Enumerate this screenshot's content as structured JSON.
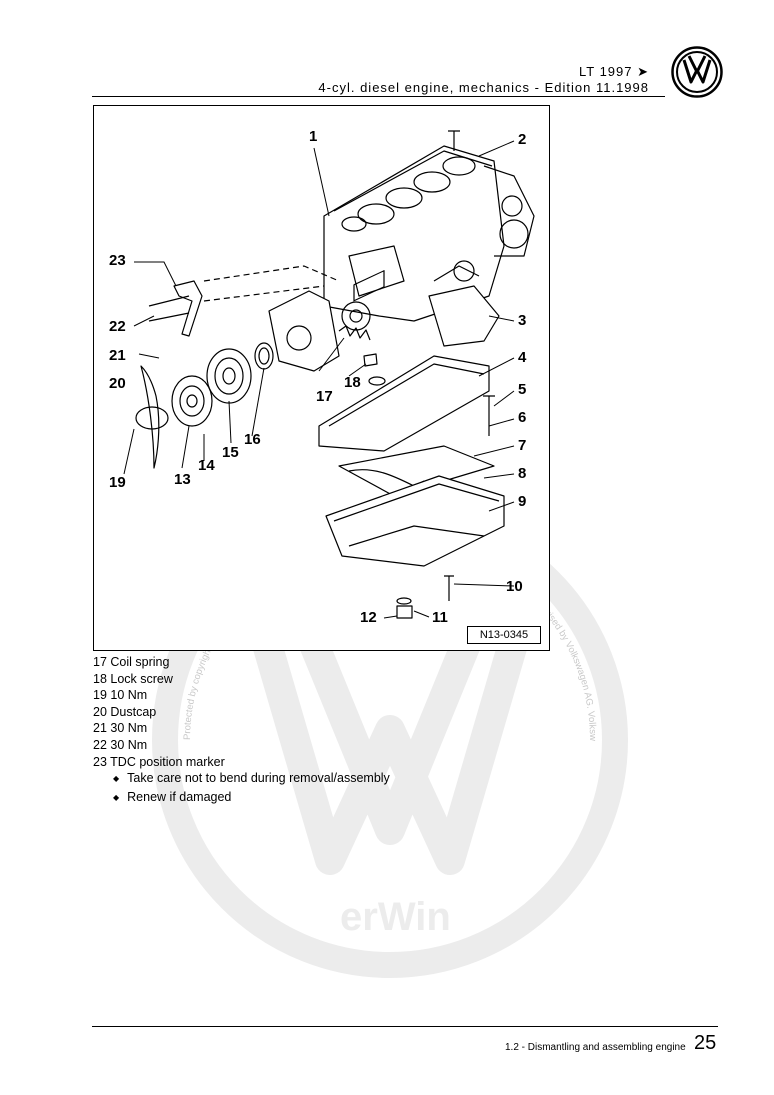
{
  "header": {
    "model": "LT 1997 ➤",
    "subtitle": "4-cyl. diesel engine, mechanics - Edition 11.1998",
    "logo": "vw-logo-icon"
  },
  "figure": {
    "id": "N13-0345",
    "callouts": [
      "1",
      "2",
      "3",
      "4",
      "5",
      "6",
      "7",
      "8",
      "9",
      "10",
      "11",
      "12",
      "13",
      "14",
      "15",
      "16",
      "17",
      "18",
      "19",
      "20",
      "21",
      "22",
      "23"
    ]
  },
  "legend": {
    "items": [
      "17 Coil spring",
      "18 Lock screw",
      "19 10 Nm",
      "20 Dustcap",
      "21 30 Nm",
      "22 30 Nm",
      "23 TDC position marker"
    ],
    "sub_items": [
      "Take care not to bend during removal/assembly",
      "Renew if damaged"
    ]
  },
  "watermark": {
    "text_top": "Protected by copyright. Copying for private or commercial purposes, in part or in whole, is not permitted unless authorised by Volkswagen AG. Volkswagen AG does not guarantee or accept any liability with respect to the correctness of information in this document. Copyright by Volkswagen AG.",
    "brand": "erWin"
  },
  "footer": {
    "section": "1.2 - Dismantling and assembling engine",
    "page": "25"
  },
  "colors": {
    "line": "#000000",
    "watermark": "#e2e2e2"
  }
}
